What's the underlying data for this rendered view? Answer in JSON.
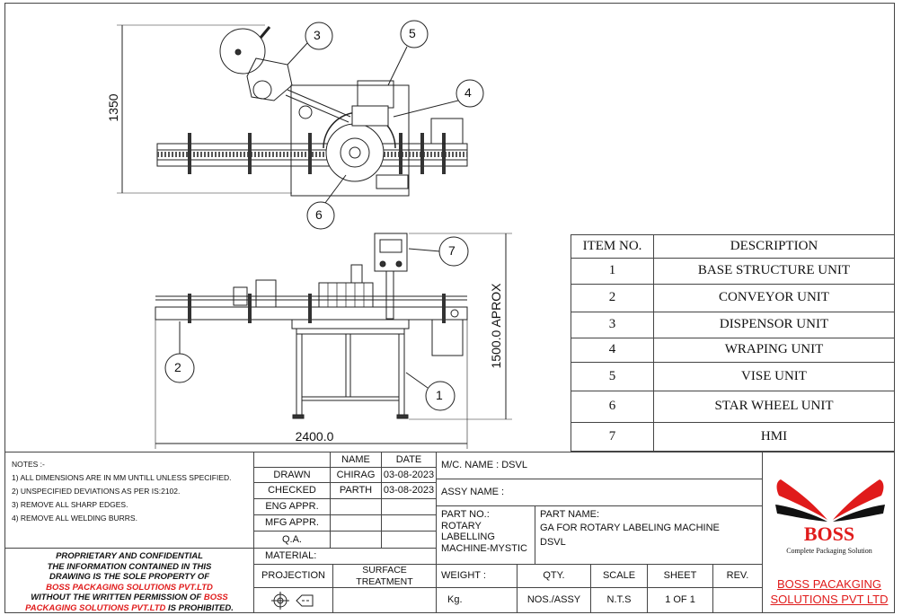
{
  "drawing": {
    "callouts": [
      "1",
      "2",
      "3",
      "4",
      "5",
      "6",
      "7"
    ],
    "dim_top_height": "1350",
    "dim_front_height": "1500.0 APROX",
    "dim_width": "2400.0"
  },
  "item_table": {
    "headers": [
      "ITEM NO.",
      "DESCRIPTION"
    ],
    "rows": [
      {
        "no": "1",
        "desc": "BASE STRUCTURE UNIT"
      },
      {
        "no": "2",
        "desc": "CONVEYOR UNIT"
      },
      {
        "no": "3",
        "desc": "DISPENSOR UNIT"
      },
      {
        "no": "4",
        "desc": "WRAPING UNIT"
      },
      {
        "no": "5",
        "desc": "VISE UNIT"
      },
      {
        "no": "6",
        "desc": "STAR WHEEL UNIT"
      },
      {
        "no": "7",
        "desc": "HMI"
      }
    ]
  },
  "notes": {
    "title": "NOTES :-",
    "items": [
      "1) ALL DIMENSIONS ARE IN MM UNTILL UNLESS   SPECIFIED.",
      "2) UNSPECIFIED  DEVIATIONS AS PER IS:2102.",
      "3) REMOVE ALL SHARP EDGES.",
      "4) REMOVE ALL WELDING BURRS."
    ]
  },
  "proprietary": {
    "line1": "PROPRIETARY AND CONFIDENTIAL",
    "line2": "THE INFORMATION CONTAINED IN THIS",
    "line3": "DRAWING IS THE SOLE PROPERTY OF",
    "company1": "BOSS PACKAGING SOLUTIONS PVT.LTD",
    "line4": "WITHOUT THE WRITTEN PERMISSION OF",
    "company2a": "BOSS",
    "company2b": "PACKAGING SOLUTIONS PVT.LTD",
    "line5": "IS PROHIBITED."
  },
  "approvals": {
    "name_header": "NAME",
    "date_header": "DATE",
    "rows": [
      {
        "label": "DRAWN",
        "name": "CHIRAG",
        "date": "03-08-2023"
      },
      {
        "label": "CHECKED",
        "name": "PARTH",
        "date": "03-08-2023"
      },
      {
        "label": "ENG APPR.",
        "name": "",
        "date": ""
      },
      {
        "label": "MFG APPR.",
        "name": "",
        "date": ""
      },
      {
        "label": "Q.A.",
        "name": "",
        "date": ""
      }
    ],
    "material": "MATERIAL:",
    "projection": "PROJECTION",
    "surface_treatment": "SURFACE TREATMENT"
  },
  "title_block": {
    "mc_name": "M/C. NAME :  DSVL",
    "assy_name": "ASSY NAME :",
    "part_no_label": "PART NO.:",
    "part_no": "ROTARY LABELLING MACHINE-MYSTIC",
    "part_name_label": "PART NAME:",
    "part_name": "GA FOR ROTARY LABELING MACHINE DSVL",
    "weight_label": "WEIGHT :",
    "weight_unit": "Kg.",
    "qty_label": "QTY.",
    "qty_value": "NOS./ASSY",
    "scale_label": "SCALE",
    "scale_value": "N.T.S",
    "sheet_label": "SHEET",
    "sheet_value": "1 OF 1",
    "rev_label": "REV.",
    "rev_value": ""
  },
  "logo": {
    "brand": "BOSS",
    "tagline": "Complete Packaging Solution",
    "company_line1": "BOSS PACAKGING",
    "company_line2": "SOLUTIONS PVT LTD",
    "red": "#e01b1b"
  }
}
